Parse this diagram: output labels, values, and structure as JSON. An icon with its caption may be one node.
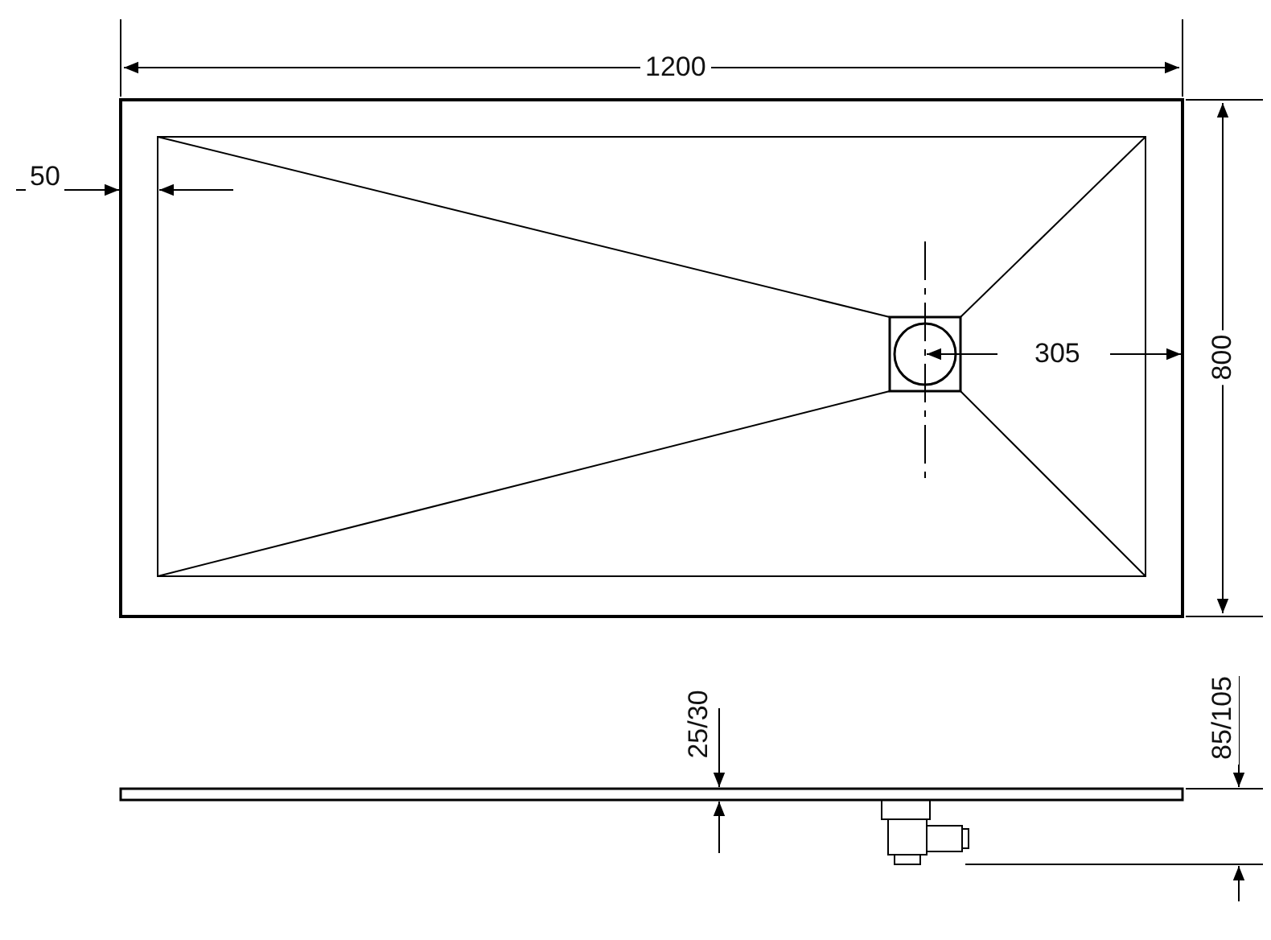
{
  "diagram": {
    "labels": [
      "1200",
      "50",
      "305",
      "800",
      "25/30",
      "85/105"
    ]
  }
}
